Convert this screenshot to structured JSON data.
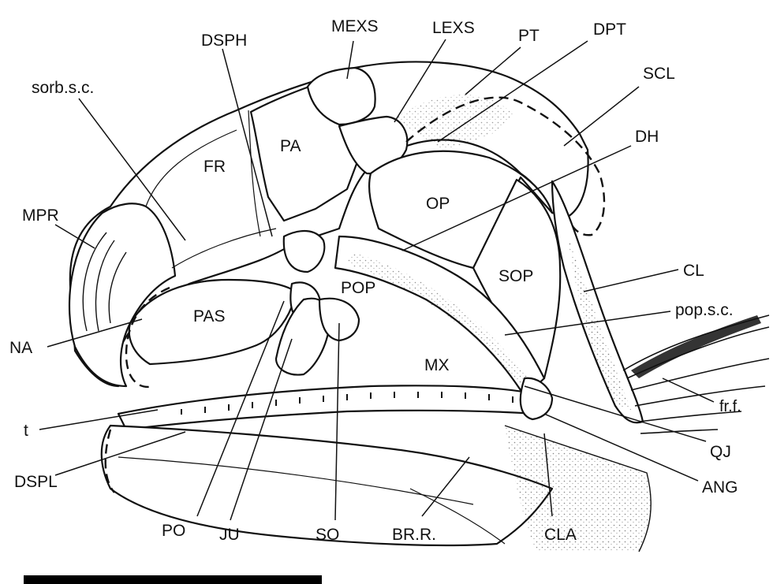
{
  "figure": {
    "labels": {
      "DSPH": "DSPH",
      "MEXS": "MEXS",
      "LEXS": "LEXS",
      "PT": "PT",
      "DPT": "DPT",
      "SCL": "SCL",
      "sorb_s_c": "sorb.s.c.",
      "FR": "FR",
      "PA": "PA",
      "DH": "DH",
      "MPR": "MPR",
      "OP": "OP",
      "SOP": "SOP",
      "CL": "CL",
      "POP": "POP",
      "PAS": "PAS",
      "pop_s_c": "pop.s.c.",
      "NA": "NA",
      "MX": "MX",
      "fr_f": "fr.f.",
      "t": "t",
      "QJ": "QJ",
      "ANG": "ANG",
      "DSPL": "DSPL",
      "PO": "PO",
      "JU": "JU",
      "SO": "SO",
      "BR_R": "BR.R.",
      "CLA": "CLA"
    },
    "scale_bar": true
  }
}
